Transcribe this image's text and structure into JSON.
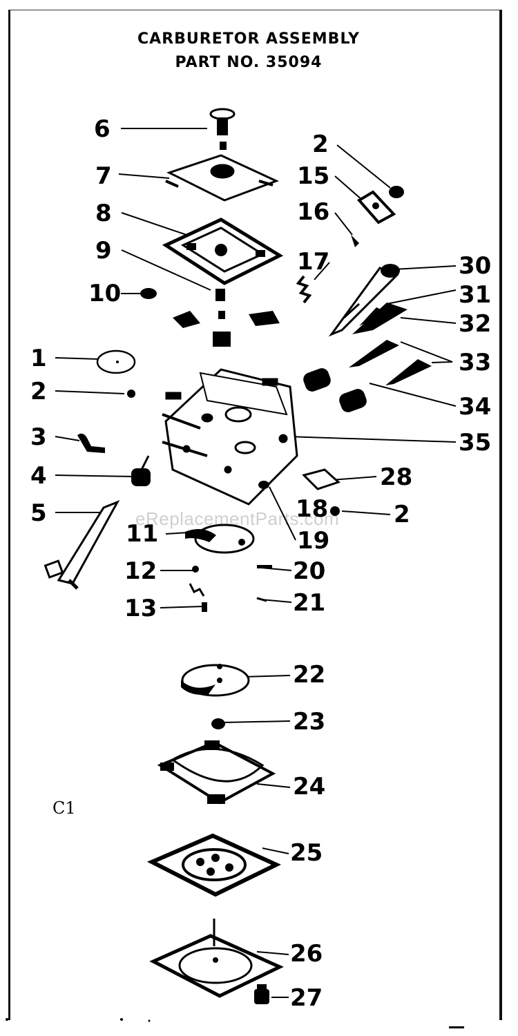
{
  "header": {
    "title_line1": "CARBURETOR ASSEMBLY",
    "title_line2": "PART NO. 35094"
  },
  "callouts": {
    "c6": "6",
    "c7": "7",
    "c8": "8",
    "c9": "9",
    "c10": "10",
    "c1": "1",
    "c2a": "2",
    "c3": "3",
    "c4": "4",
    "c5": "5",
    "c2top": "2",
    "c15": "15",
    "c16": "16",
    "c17": "17",
    "c30": "30",
    "c31": "31",
    "c32": "32",
    "c33": "33",
    "c34": "34",
    "c35": "35",
    "c28": "28",
    "c18": "18",
    "c2b": "2",
    "c19": "19",
    "c11": "11",
    "c12": "12",
    "c13": "13",
    "c20": "20",
    "c21": "21",
    "c22": "22",
    "c23": "23",
    "c24": "24",
    "c25": "25",
    "c26": "26",
    "c27": "27"
  },
  "diagram_tag": "C1",
  "watermark": "eReplacementParts.com"
}
